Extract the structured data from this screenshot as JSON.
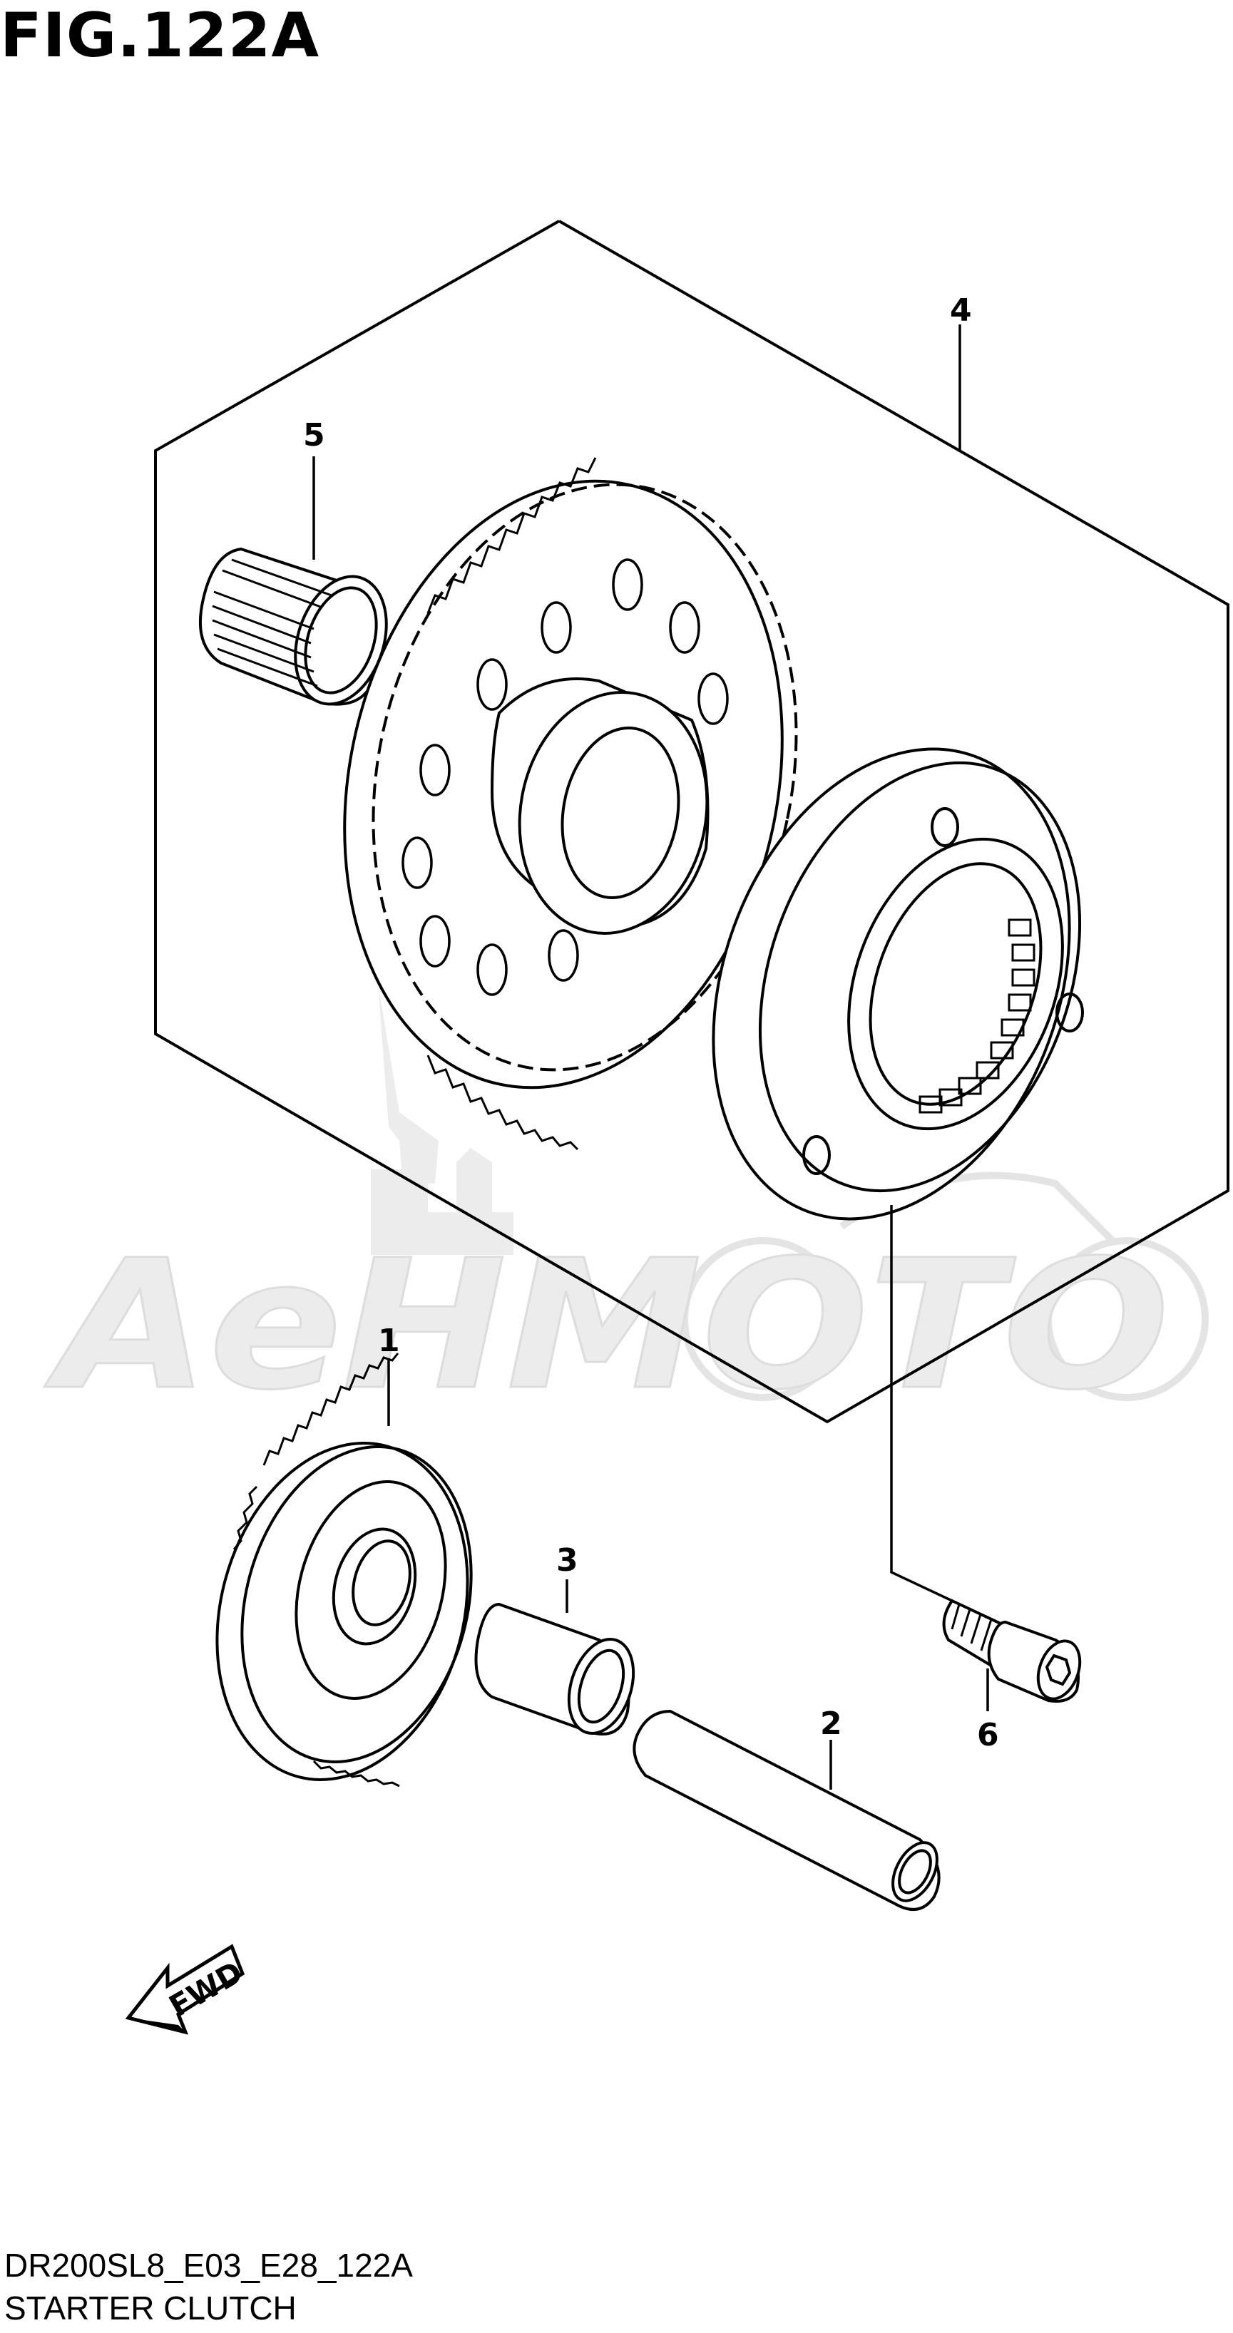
{
  "figure_title": "FIG.122A",
  "drawing_code": "DR200SL8_E03_E28_122A",
  "caption": "STARTER CLUTCH",
  "fwd_label": "FWD",
  "watermark_text": "AeHMOTO",
  "callouts": [
    {
      "number": "1"
    },
    {
      "number": "2"
    },
    {
      "number": "3"
    },
    {
      "number": "4"
    },
    {
      "number": "5"
    },
    {
      "number": "6"
    }
  ],
  "colors": {
    "line": "#000000",
    "watermark": "#e6e6e6"
  }
}
